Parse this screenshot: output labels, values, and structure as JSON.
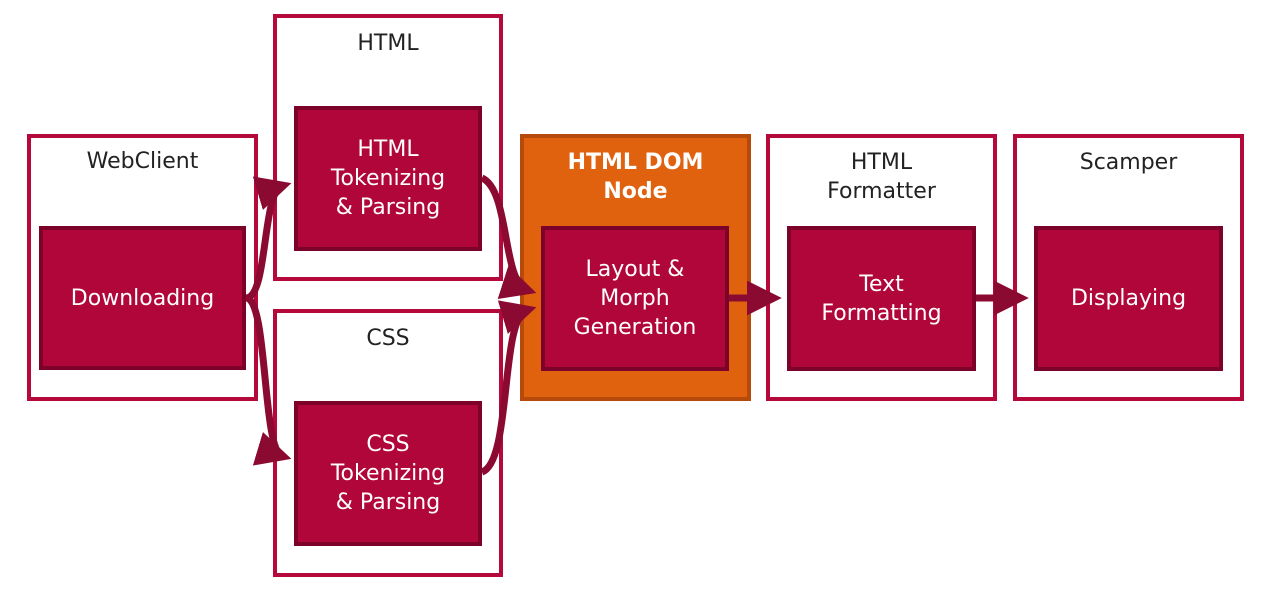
{
  "stages": {
    "webclient": {
      "title": "WebClient",
      "box": "Downloading"
    },
    "html": {
      "title": "HTML",
      "box": "HTML\nTokenizing\n& Parsing"
    },
    "css": {
      "title": "CSS",
      "box": "CSS\nTokenizing\n& Parsing"
    },
    "dom": {
      "title": "HTML DOM\nNode",
      "box": "Layout &\nMorph\nGeneration"
    },
    "formatter": {
      "title": "HTML\nFormatter",
      "box": "Text\nFormatting"
    },
    "scamper": {
      "title": "Scamper",
      "box": "Displaying"
    }
  },
  "colors": {
    "frame_border": "#b5093c",
    "box_fill": "#b0063a",
    "box_border": "#7d0229",
    "arrow": "#8b0a32",
    "dom_frame_fill": "#e0610e"
  }
}
